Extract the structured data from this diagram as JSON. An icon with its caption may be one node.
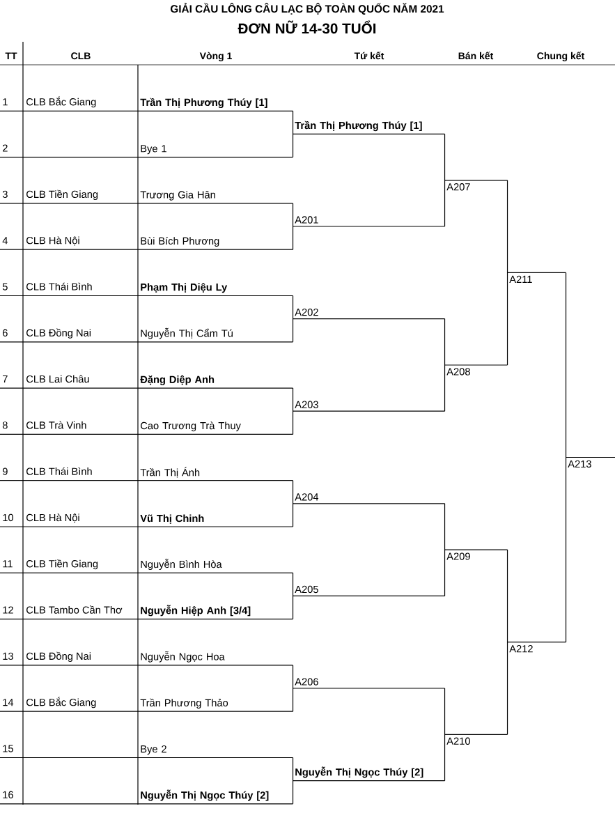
{
  "diagram": {
    "title": "GIẢI CẦU LÔNG CÂU LẠC BỘ TOÀN QUỐC NĂM 2021",
    "nodes": [
      {
        "text": [
          "Trần Thị Phương Thúy [1]"
        ]
      },
      {
        "text": [
          "Bye 1"
        ]
      },
      {
        "text": [
          "Trương Gia Hân"
        ]
      },
      {
        "text": [
          "Bùi Bích Phương"
        ]
      },
      {
        "text": [
          "Phạm Thị Diệu Ly"
        ]
      },
      {
        "text": [
          "Nguyễn Thị Cẩm Tú"
        ]
      },
      {
        "text": [
          "Đặng Diệp Anh"
        ]
      },
      {
        "text": [
          "Cao Trương Trà Thuy"
        ]
      },
      {
        "text": [
          "Trần Thị Ánh"
        ]
      },
      {
        "text": [
          "Vũ Thị Chinh"
        ]
      },
      {
        "text": [
          "Nguyễn Bình Hòa"
        ]
      },
      {
        "text": [
          "Nguyễn Hiệp Anh [3/4]"
        ]
      },
      {
        "text": [
          "Nguyễn Ngọc Hoa"
        ]
      },
      {
        "text": [
          "Trần Phương Thảo"
        ]
      },
      {
        "text": [
          "Bye 2"
        ]
      },
      {
        "text": [
          "Nguyễn Thị Ngọc Thúy [2]"
        ]
      },
      {
        "text": [
          "Trần Thị Phương Thúy [1]"
        ]
      },
      {
        "text": [
          "A201"
        ]
      },
      {
        "text": [
          "A202"
        ]
      },
      {
        "text": [
          "A203"
        ]
      },
      {
        "text": [
          "A204"
        ]
      },
      {
        "text": [
          "A205"
        ]
      },
      {
        "text": [
          "A206"
        ]
      },
      {
        "text": [
          "Nguyễn Thị Ngọc Thúy [2]"
        ]
      },
      {
        "text": [
          "A207"
        ]
      },
      {
        "text": [
          "A208"
        ]
      },
      {
        "text": [
          "A209"
        ]
      },
      {
        "text": [
          "A210"
        ]
      },
      {
        "text": [
          "A211"
        ]
      },
      {
        "text": [
          "A212"
        ]
      },
      {
        "text": [
          "A213"
        ]
      }
    ],
    "edges": [
      {
        "from": 0,
        "to": 16,
        "arrow": "none"
      },
      {
        "from": 1,
        "to": 16,
        "arrow": "none"
      },
      {
        "from": 2,
        "to": 17,
        "arrow": "none"
      },
      {
        "from": 3,
        "to": 17,
        "arrow": "none"
      },
      {
        "from": 4,
        "to": 18,
        "arrow": "none"
      },
      {
        "from": 5,
        "to": 18,
        "arrow": "none"
      },
      {
        "from": 6,
        "to": 19,
        "arrow": "none"
      },
      {
        "from": 7,
        "to": 19,
        "arrow": "none"
      },
      {
        "from": 8,
        "to": 20,
        "arrow": "none"
      },
      {
        "from": 9,
        "to": 20,
        "arrow": "none"
      },
      {
        "from": 10,
        "to": 21,
        "arrow": "none"
      },
      {
        "from": 11,
        "to": 21,
        "arrow": "none"
      },
      {
        "from": 12,
        "to": 22,
        "arrow": "none"
      },
      {
        "from": 13,
        "to": 22,
        "arrow": "none"
      },
      {
        "from": 14,
        "to": 23,
        "arrow": "none"
      },
      {
        "from": 15,
        "to": 23,
        "arrow": "none"
      },
      {
        "from": 16,
        "to": 24,
        "arrow": "none"
      },
      {
        "from": 17,
        "to": 24,
        "arrow": "none"
      },
      {
        "from": 18,
        "to": 25,
        "arrow": "none"
      },
      {
        "from": 19,
        "to": 25,
        "arrow": "none"
      },
      {
        "from": 20,
        "to": 26,
        "arrow": "none"
      },
      {
        "from": 21,
        "to": 26,
        "arrow": "none"
      },
      {
        "from": 22,
        "to": 27,
        "arrow": "none"
      },
      {
        "from": 23,
        "to": 27,
        "arrow": "none"
      },
      {
        "from": 24,
        "to": 28,
        "arrow": "none"
      },
      {
        "from": 25,
        "to": 28,
        "arrow": "none"
      },
      {
        "from": 26,
        "to": 29,
        "arrow": "none"
      },
      {
        "from": 27,
        "to": 29,
        "arrow": "none"
      },
      {
        "from": 28,
        "to": 30,
        "arrow": "none"
      },
      {
        "from": 29,
        "to": 30,
        "arrow": "none"
      }
    ],
    "labels": [
      "ĐƠN NỮ 14-30 TUỔI",
      "TT",
      "CLB",
      "Vòng 1",
      "Tứ kết",
      "Bán kết",
      "Chung kết",
      "1",
      "CLB Bắc Giang",
      "2",
      "3",
      "CLB Tiền Giang",
      "4",
      "CLB Hà Nội",
      "5",
      "CLB Thái Bình",
      "6",
      "CLB Đồng Nai",
      "7",
      "CLB Lai Châu",
      "8",
      "CLB Trà Vinh",
      "9",
      "CLB Thái Bình",
      "10",
      "CLB Hà Nội",
      "11",
      "CLB Tiền Giang",
      "12",
      "CLB Tambo Cần Thơ",
      "13",
      "CLB Đồng Nai",
      "14",
      "CLB Bắc Giang",
      "15",
      "16"
    ]
  }
}
